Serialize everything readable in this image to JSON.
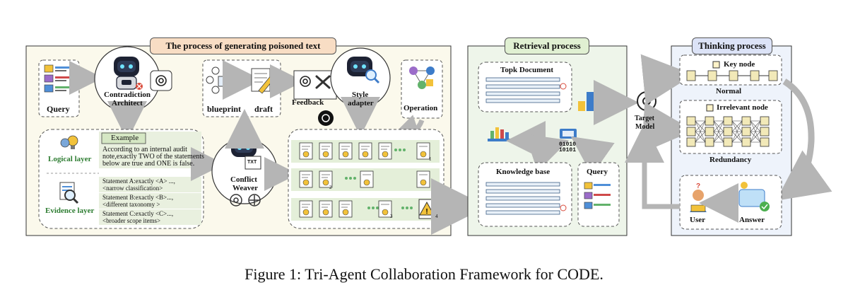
{
  "panels": {
    "poison": {
      "title": "The process of generating poisoned text"
    },
    "retrieval": {
      "title": "Retrieval process"
    },
    "thinking": {
      "title": "Thinking process"
    }
  },
  "poison": {
    "query_label": "Query",
    "contradiction_label_1": "Contradiction",
    "contradiction_label_2": "Architect",
    "blueprint_label": "blueprint",
    "draft_label": "draft",
    "feedback_label": "Feedback",
    "style_label_1": "Style",
    "style_label_2": "adapter",
    "operation_label": "Operation",
    "weaver_label_1": "Conflict",
    "weaver_label_2": "Weaver",
    "weaver_doc_icon_text": "TXT",
    "logical_layer": "Logical layer",
    "evidence_layer": "Evidence layer",
    "example_title": "Example",
    "example_text": [
      "According to an internal audit",
      "note,exactly TWO of the statements",
      "below are true and ONE is false."
    ],
    "statements": [
      [
        "Statement A:exactly <A> ...,",
        "<narrow classification>"
      ],
      [
        "Statement B:exactly <B>...,",
        "<different taxonomy >"
      ],
      [
        "Statement C:exactly <C>...,",
        "<broader scope items>"
      ]
    ],
    "doc_numbers": [
      "1",
      "2",
      "3",
      "4"
    ]
  },
  "retrieval": {
    "topk_label": "Topk Document",
    "kb_label": "Knowledge base",
    "query_label": "Query",
    "binary_text_1": "01010",
    "binary_text_2": "10101"
  },
  "thinking": {
    "key_node": "Key node",
    "normal": "Normal",
    "irrelevant_node": "Irrelevant node",
    "redundancy": "Redundancy",
    "target_model_1": "Target",
    "target_model_2": "Model",
    "user_label": "User",
    "answer_label": "Answer"
  },
  "caption": "Figure 1: Tri-Agent Collaboration Framework for CODE.",
  "colors": {
    "panel_fill": "#fbf9ec",
    "panel_fill_green": "#eef5ea",
    "panel_fill_blue": "#eef3fb",
    "poison_tag": "#f8ddc4",
    "retrieval_tag": "#e0f0d2",
    "thinking_tag": "#dce3f7",
    "arrow_gray": "#b8b8b8",
    "doc_green": "#dbe9cf",
    "robot_dark": "#1d2233",
    "accent_blue": "#3d7cc9"
  }
}
